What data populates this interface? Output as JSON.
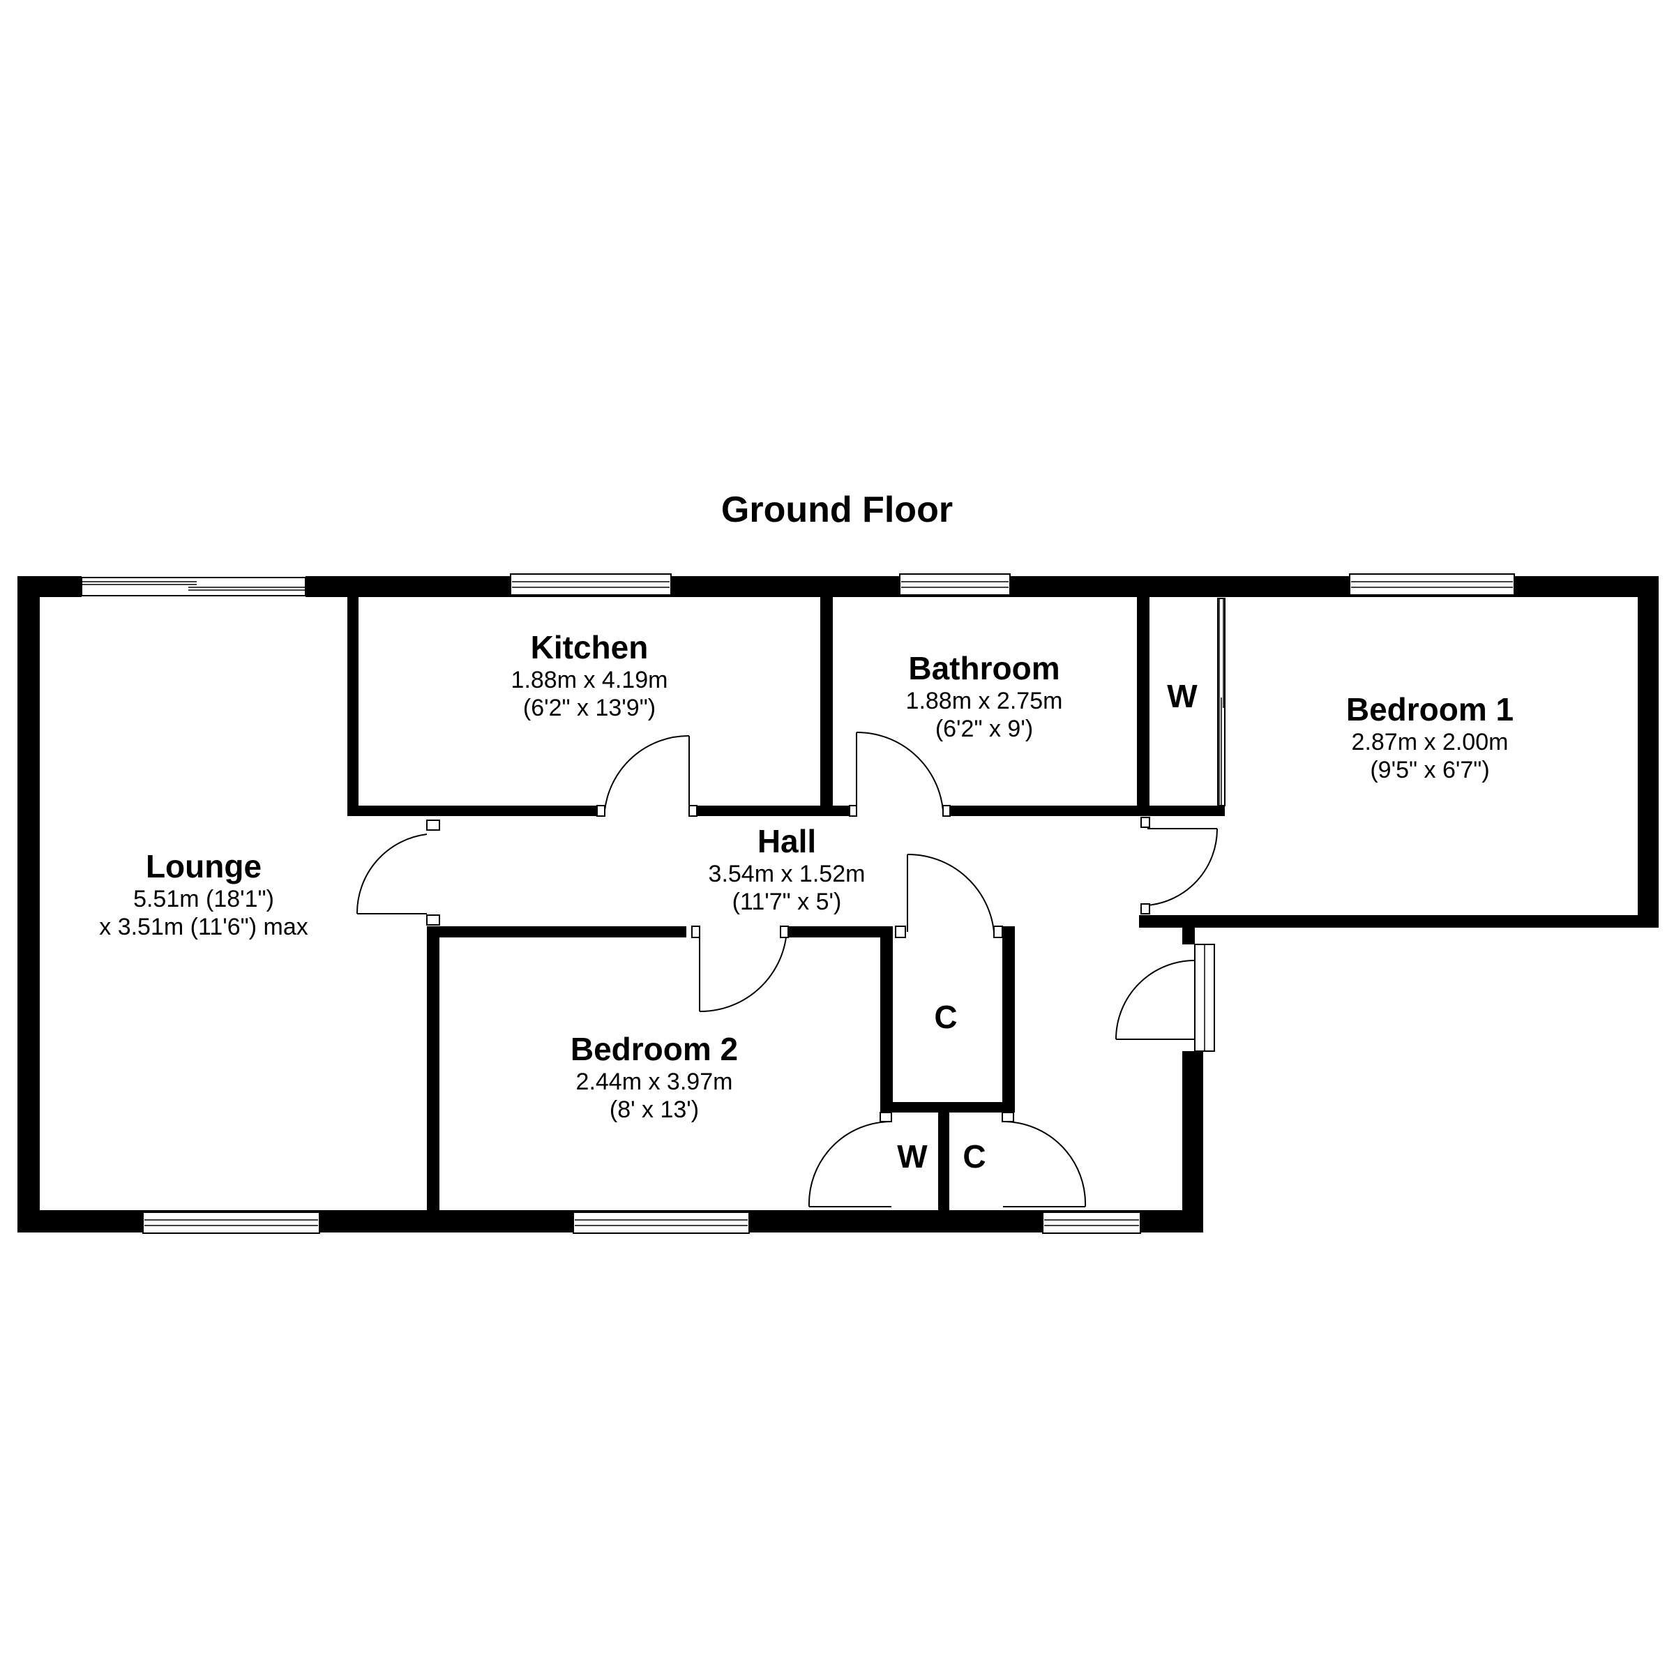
{
  "title": "Ground Floor",
  "rooms": [
    {
      "name": "Kitchen",
      "dim1": "1.88m x 4.19m",
      "dim2": "(6'2\" x 13'9\")"
    },
    {
      "name": "Bathroom",
      "dim1": "1.88m x 2.75m",
      "dim2": "(6'2\" x 9')"
    },
    {
      "name": "Bedroom 1",
      "dim1": "2.87m x 2.00m",
      "dim2": "(9'5\" x 6'7\")"
    },
    {
      "name": "Lounge",
      "dim1": "5.51m (18'1\")",
      "dim2": "x 3.51m (11'6\") max"
    },
    {
      "name": "Hall",
      "dim1": "3.54m x 1.52m",
      "dim2": "(11'7\" x 5')"
    },
    {
      "name": "Bedroom 2",
      "dim1": "2.44m x 3.97m",
      "dim2": "(8' x 13')"
    }
  ],
  "storage": {
    "wardrobe_bed1": "W",
    "cupboard_hall": "C",
    "wardrobe_bed2": "W",
    "cupboard_bottom": "C"
  },
  "colors": {
    "walls": "#000000",
    "background": "#ffffff"
  }
}
